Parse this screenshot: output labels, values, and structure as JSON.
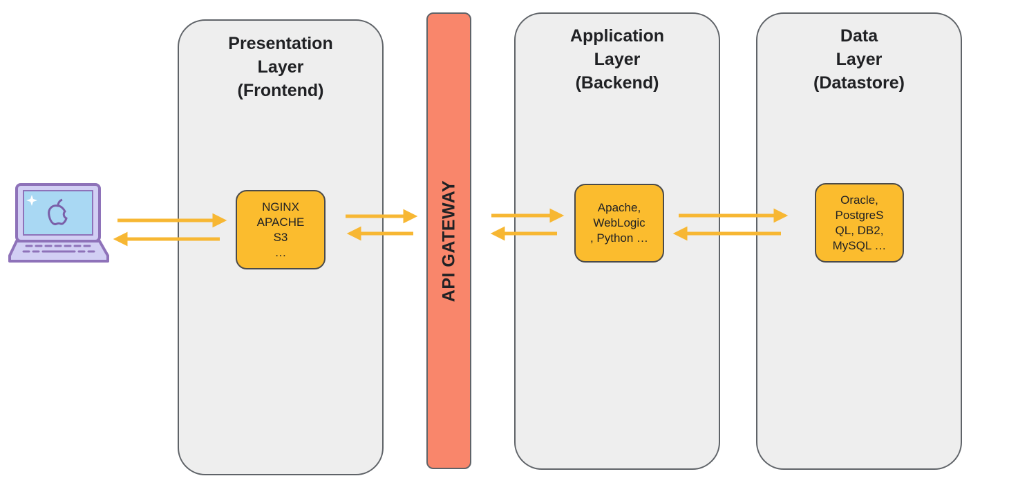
{
  "layers": {
    "presentation": {
      "title": "Presentation\nLayer\n(Frontend)",
      "tech": "NGINX\nAPACHE\nS3\n…"
    },
    "gateway": {
      "label": "API GATEWAY"
    },
    "application": {
      "title": "Application\nLayer\n(Backend)",
      "tech": "Apache,\nWebLogic\n, Python …"
    },
    "data": {
      "title": "Data\nLayer\n(Datastore)",
      "tech": "Oracle,\nPostgreS\nQL, DB2,\nMySQL …"
    }
  },
  "client": {
    "icon": "laptop-icon"
  },
  "colors": {
    "layer_fill": "#eeeeee",
    "layer_border": "#5f6368",
    "tech_fill": "#fbbc2e",
    "gateway_fill": "#f9866b",
    "arrow": "#f7b733",
    "laptop_fill": "#c9c6f0",
    "laptop_stroke": "#8e72b9"
  }
}
